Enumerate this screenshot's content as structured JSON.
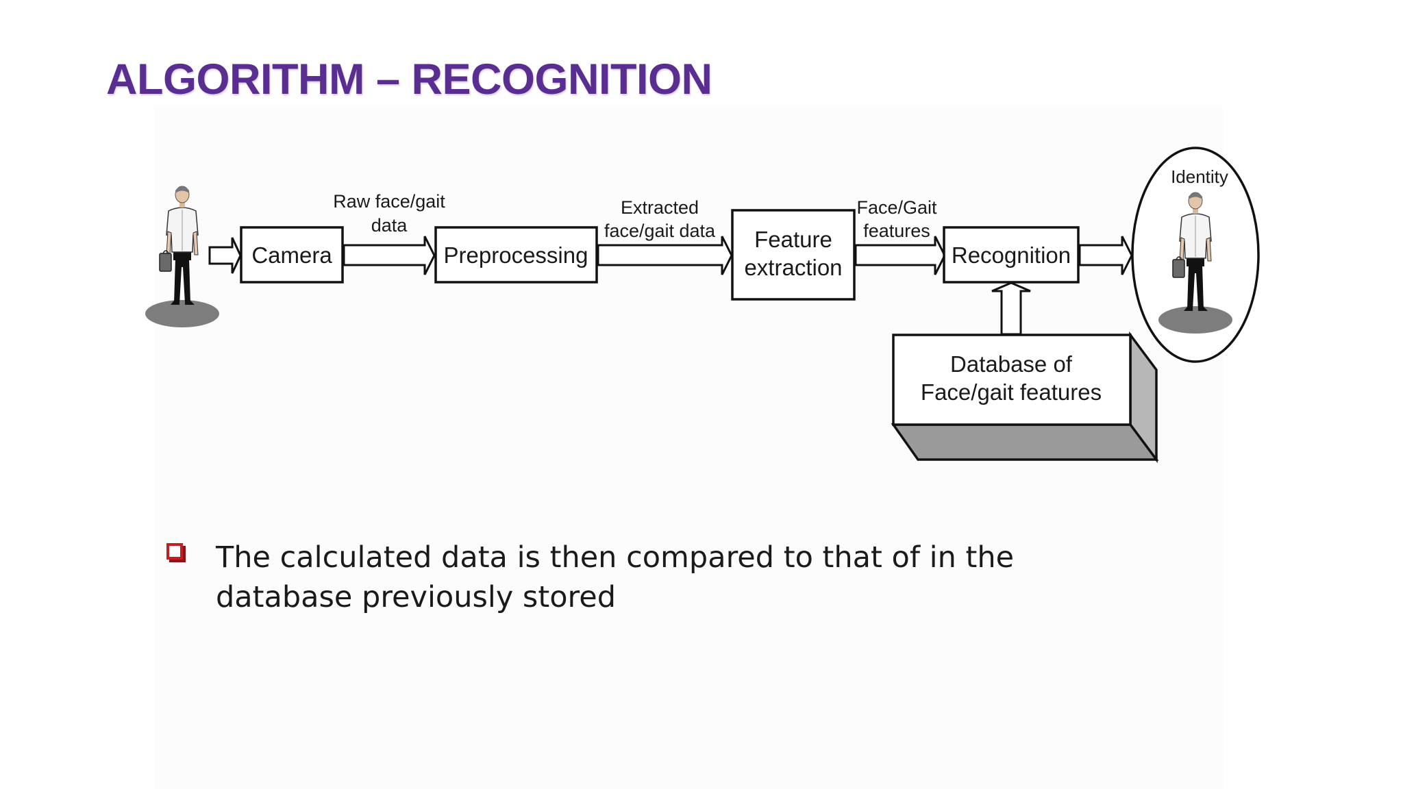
{
  "slide": {
    "title": "ALGORITHM – RECOGNITION",
    "title_color": "#5a2d91"
  },
  "diagram": {
    "nodes": {
      "camera": "Camera",
      "preprocessing": "Preprocessing",
      "feature_line1": "Feature",
      "feature_line2": "extraction",
      "recognition": "Recognition",
      "database_line1": "Database of",
      "database_line2": "Face/gait  features",
      "identity": "Identity"
    },
    "edge_labels": {
      "raw_line1": "Raw face/gait",
      "raw_line2": "data",
      "extracted_line1": "Extracted",
      "extracted_line2": "face/gait data",
      "features_line1": "Face/Gait",
      "features_line2": "features"
    },
    "icons": {
      "input_person": "person-icon",
      "output_person": "person-icon"
    }
  },
  "bullets": [
    {
      "text": "The calculated data is then compared to that of in the database previously stored",
      "marker": "red-checkbox-icon",
      "marker_color": "#c41e24"
    }
  ]
}
